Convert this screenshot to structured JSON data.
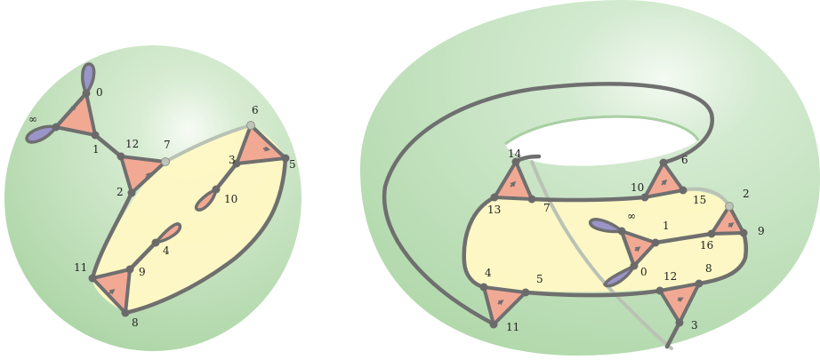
{
  "left_figure": {
    "labels": {
      "l0": "0",
      "linf": "∞",
      "l1": "1",
      "l12": "12",
      "l7": "7",
      "l6": "6",
      "l3": "3",
      "l5": "5",
      "l2": "2",
      "l10": "10",
      "l4": "4",
      "l9": "9",
      "l11": "11",
      "l8": "8"
    }
  },
  "right_figure": {
    "labels": {
      "l14": "14",
      "l13": "13",
      "l7": "7",
      "l6": "6",
      "l10": "10",
      "l15": "15",
      "l2": "2",
      "linf": "∞",
      "l1": "1",
      "l16": "16",
      "l9": "9",
      "l0": "0",
      "l12": "12",
      "l8": "8",
      "l4": "4",
      "l5": "5",
      "l11": "11",
      "l3": "3"
    }
  },
  "colors": {
    "surface_green": "#b9ddb4",
    "face_yellow": "#fff8c4",
    "triangle_salmon": "#f2a994",
    "loop_purple": "#9a94c9",
    "edge_gray": "#6f6f6f"
  }
}
